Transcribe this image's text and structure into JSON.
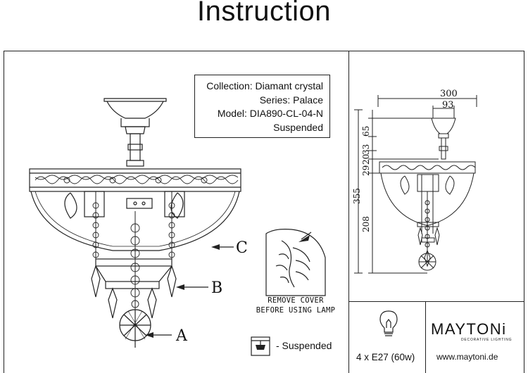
{
  "page": {
    "title": "Instruction"
  },
  "info": {
    "collection": "Collection: Diamant crystal",
    "series": "Series: Palace",
    "model": "Model: DIA890-CL-04-N",
    "type": "Suspended"
  },
  "labels": {
    "a": "A",
    "b": "B",
    "c": "C"
  },
  "remove_cover": {
    "line1": "REMOVE COVER",
    "line2": "BEFORE USING LAMP"
  },
  "mount": {
    "text": "- Suspended"
  },
  "lamp": {
    "spec": "4 x E27 (60w)"
  },
  "brand": {
    "name": "MAYTONi",
    "tagline": "DECORATIVE LIGHTING",
    "url": "www.maytoni.de"
  },
  "dimensions": {
    "width_total": "300",
    "width_canopy": "93",
    "height_total": "355",
    "h_canopy": "65",
    "h_rod1": "33",
    "h_rod2": "20",
    "h_band": "29",
    "h_bowl": "208"
  }
}
